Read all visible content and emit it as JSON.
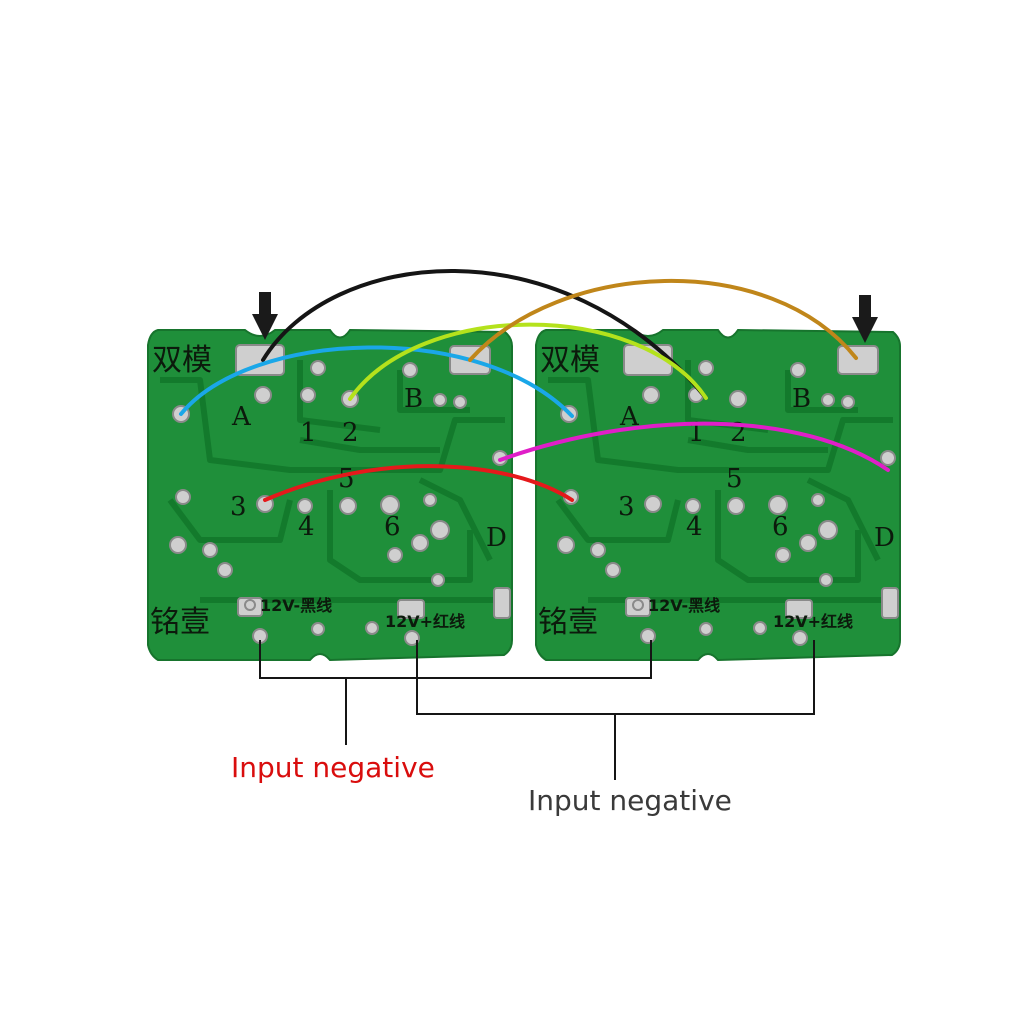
{
  "boards": [
    {
      "title": "双模",
      "brand": "铭壹",
      "pad_labels": [
        "A",
        "B",
        "D"
      ],
      "pad_numbers": [
        "1",
        "2",
        "3",
        "4",
        "5",
        "6"
      ],
      "neg_label": "12V-黑线",
      "pos_label": "12V+红线"
    },
    {
      "title": "双模",
      "brand": "铭壹",
      "pad_labels": [
        "A",
        "B",
        "D"
      ],
      "pad_numbers": [
        "1",
        "2",
        "3",
        "4",
        "5",
        "6"
      ],
      "neg_label": "12V-黑线",
      "pos_label": "12V+红线"
    }
  ],
  "captions": {
    "left": "Input negative",
    "right": "Input negative"
  },
  "colors": {
    "board": "#1f8f3a",
    "trace": "#137a2c",
    "wire_black": "#151515",
    "wire_blue": "#1aa7e8",
    "wire_lime": "#b4e21c",
    "wire_gold": "#c0861a",
    "wire_magenta": "#e01ec8",
    "wire_red": "#e5191b",
    "caption_left": "#d90d0d",
    "caption_right": "#3a3a3a"
  }
}
